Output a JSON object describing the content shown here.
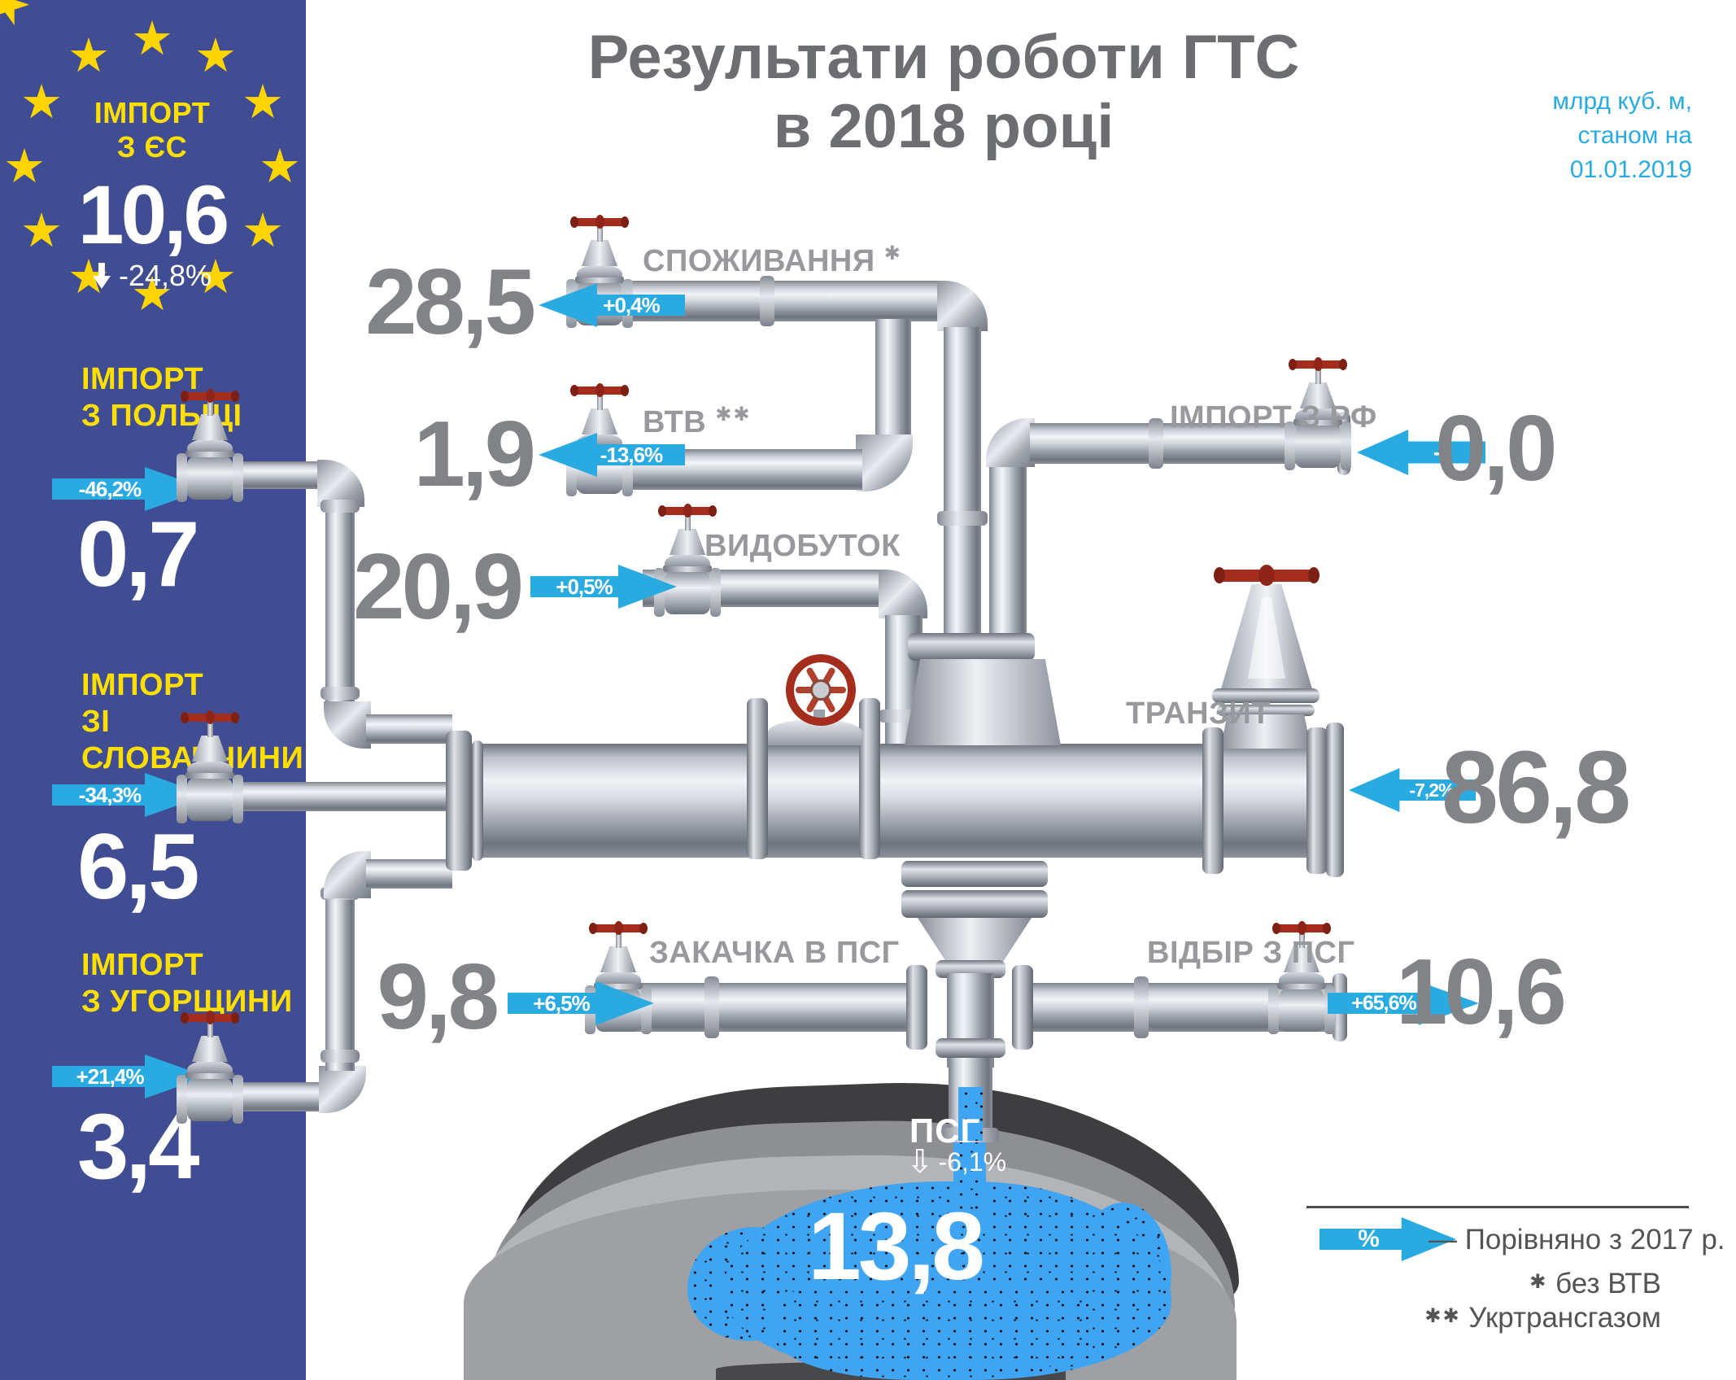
{
  "header": {
    "title_line1": "Результати роботи ГТС",
    "title_line2": "в 2018 році",
    "units_line1": "млрд куб. м,",
    "units_line2": "станом на",
    "units_line3": "01.01.2019"
  },
  "sidebar": {
    "eu": {
      "label_line1": "ІМПОРТ",
      "label_line2": "З ЄС",
      "value": "10,6",
      "change": "-24,8%"
    },
    "items": [
      {
        "label_line1": "ІМПОРТ",
        "label_line2": "З ПОЛЬЩІ",
        "change": "-46,2%",
        "value": "0,7"
      },
      {
        "label_line1": "ІМПОРТ",
        "label_line2": "ЗІ СЛОВАЧЧИНИ",
        "change": "-34,3%",
        "value": "6,5"
      },
      {
        "label_line1": "ІМПОРТ",
        "label_line2": "З УГОРЩИНИ",
        "change": "+21,4%",
        "value": "3,4"
      }
    ]
  },
  "flows": {
    "consumption": {
      "label": "СПОЖИВАННЯ",
      "mark": "✱",
      "value": "28,5",
      "change": "+0,4%"
    },
    "vtv": {
      "label": "ВТВ",
      "mark": "✱✱",
      "value": "1,9",
      "change": "-13,6%"
    },
    "production": {
      "label": "ВИДОБУТОК",
      "value": "20,9",
      "change": "+0,5%"
    },
    "import_rf": {
      "label": "ІМПОРТ З РФ",
      "value": "0,0",
      "change": "–"
    },
    "transit": {
      "label": "ТРАНЗИТ",
      "value": "86,8",
      "change": "-7,2%"
    },
    "injection": {
      "label": "ЗАКАЧКА В ПСГ",
      "value": "9,8",
      "change": "+6,5%"
    },
    "withdrawal": {
      "label": "ВІДБІР З ПСГ",
      "value": "10,6",
      "change": "+65,6%"
    },
    "storage": {
      "label": "ПСГ",
      "change_arrow": "⇩",
      "change": "-6,1%",
      "value": "13,8"
    }
  },
  "legend": {
    "arrow_label": "%",
    "compare_text": "— Порівняно з 2017 р.",
    "note1_mark": "✱",
    "note1_text": "без ВТВ",
    "note2_mark": "✱✱",
    "note2_text": "Укртрансгазом"
  },
  "colors": {
    "panel_blue": "#404D92",
    "star_yellow": "#FFD500",
    "accent_cyan": "#29ABE2",
    "value_gray": "#818386",
    "label_gray": "#97999C",
    "title_gray": "#6D6E71",
    "reservoir_blue": "#3FA5F2",
    "valve_red": "#A52D1E"
  }
}
